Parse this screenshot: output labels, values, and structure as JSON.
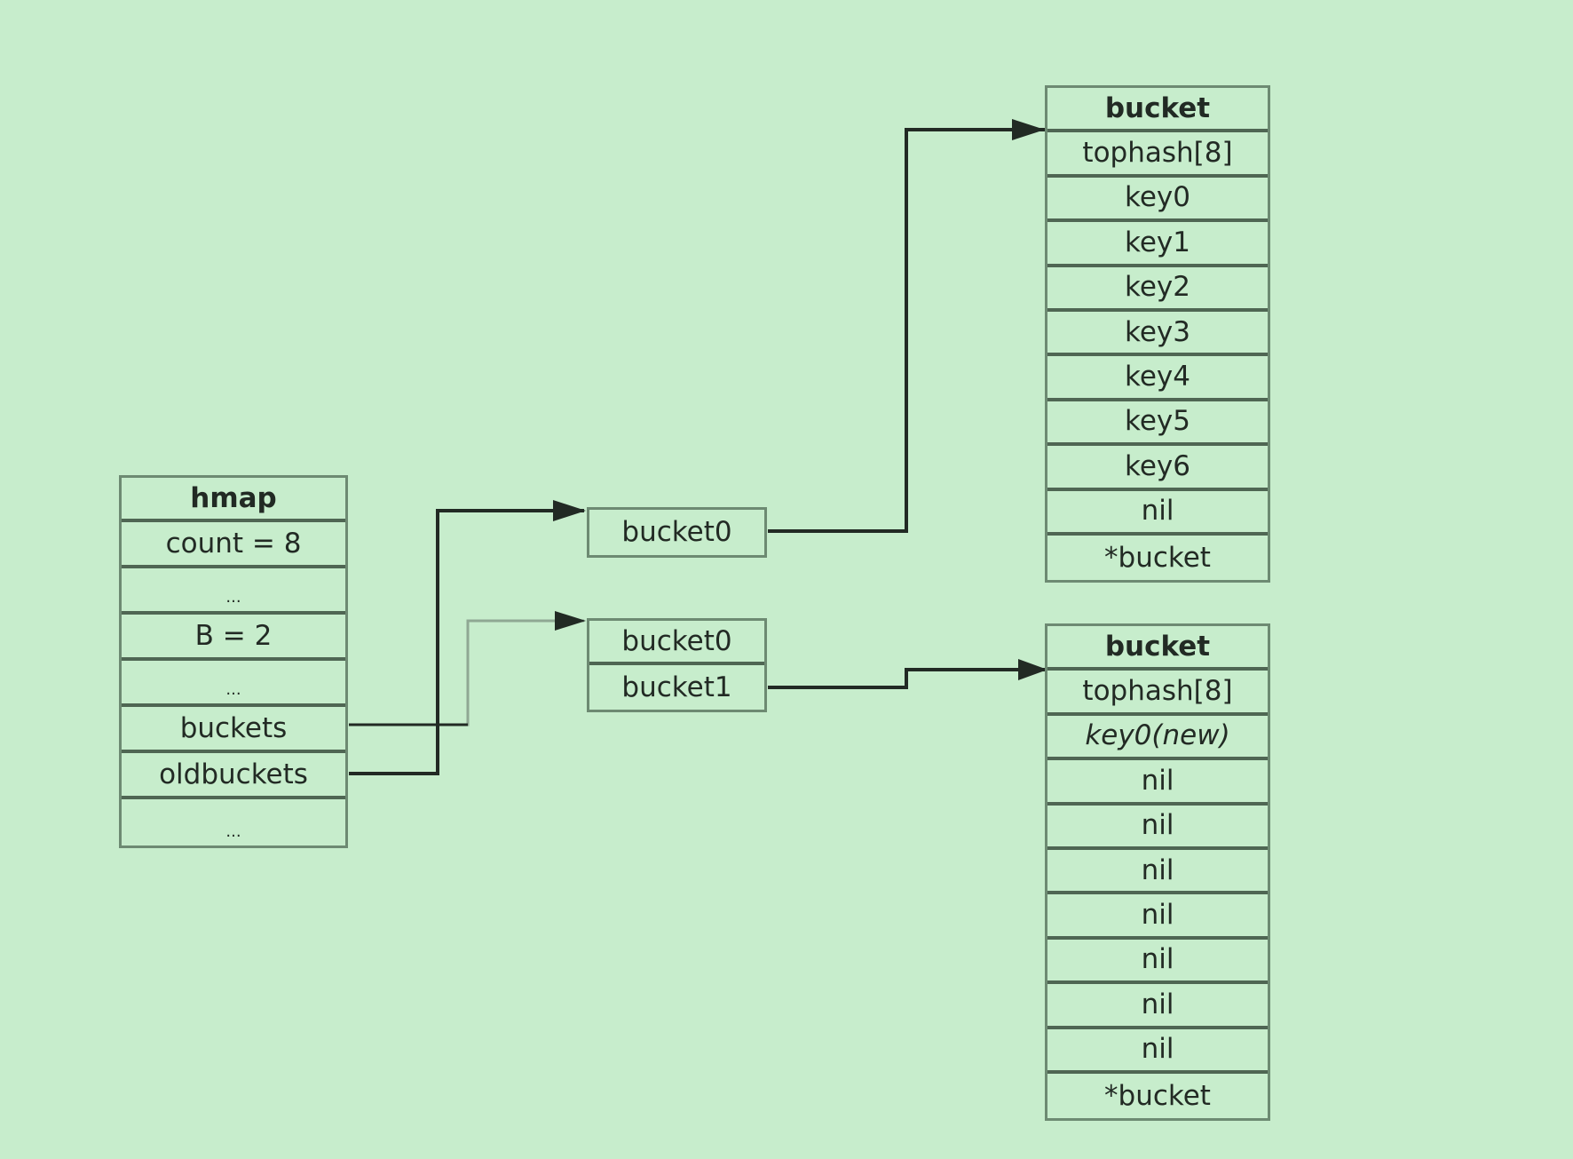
{
  "hmap": {
    "title": "hmap",
    "fields": [
      "count = 8",
      "...",
      "B = 2",
      "...",
      "buckets",
      "oldbuckets",
      "..."
    ]
  },
  "old_buckets_array": {
    "cells": [
      "bucket0"
    ]
  },
  "new_buckets_array": {
    "cells": [
      "bucket0",
      "bucket1"
    ]
  },
  "old_bucket": {
    "title": "bucket",
    "cells": [
      "tophash[8]",
      "key0",
      "key1",
      "key2",
      "key3",
      "key4",
      "key5",
      "key6",
      "nil",
      "*bucket"
    ]
  },
  "new_bucket": {
    "title": "bucket",
    "cells": [
      "tophash[8]",
      "key0(new)",
      "nil",
      "nil",
      "nil",
      "nil",
      "nil",
      "nil",
      "nil",
      "*bucket"
    ],
    "italic_cells": [
      "key0(new)"
    ]
  },
  "colors": {
    "background": "#c7edcc",
    "border": "#6d8a72",
    "wire": "#222a24",
    "wire_light": "#8fa893"
  },
  "connections": [
    {
      "from": "hmap.oldbuckets",
      "to": "old_buckets_array"
    },
    {
      "from": "hmap.buckets",
      "to": "new_buckets_array"
    },
    {
      "from": "old_buckets_array.bucket0",
      "to": "old_bucket"
    },
    {
      "from": "new_buckets_array.bucket1",
      "to": "new_bucket"
    }
  ]
}
